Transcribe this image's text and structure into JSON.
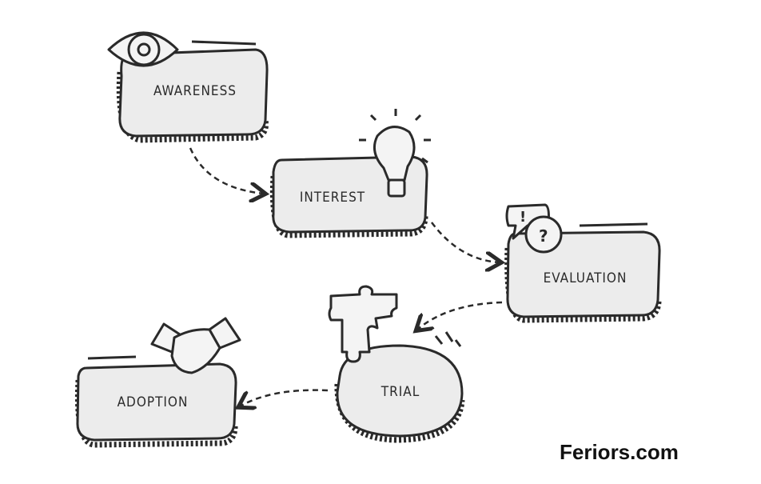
{
  "stages": [
    {
      "label": "AWARENESS",
      "icon": "eye-icon"
    },
    {
      "label": "INTEREST",
      "icon": "lightbulb-icon"
    },
    {
      "label": "EVALUATION",
      "icon": "speech-bubbles-icon"
    },
    {
      "label": "TRIAL",
      "icon": "puzzle-icon"
    },
    {
      "label": "ADOPTION",
      "icon": "handshake-icon"
    }
  ],
  "brand": "Feriors.com"
}
